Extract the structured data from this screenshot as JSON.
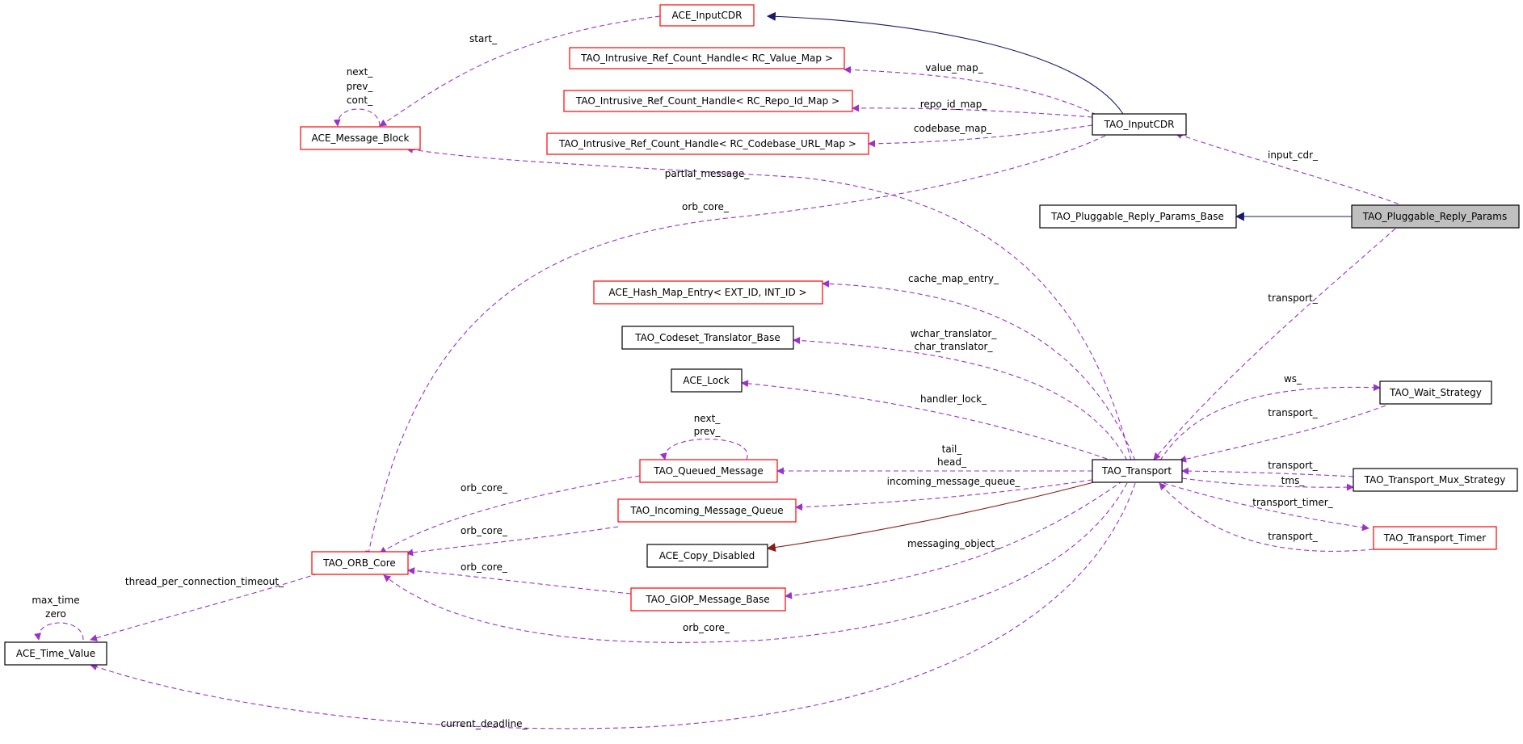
{
  "colors": {
    "background": "#ffffff",
    "box_incomplete": "#ff0000",
    "box_complete": "#000000",
    "box_selected_fill": "#bfbfbf",
    "usage_edge": "#9a32cd",
    "inherit_public": "#191970",
    "inherit_private": "#8b1a1a"
  },
  "nodes": {
    "ace_inputcdr": "ACE_InputCDR",
    "ref_value_map": "TAO_Intrusive_Ref_Count_Handle< RC_Value_Map >",
    "ref_repo_id_map": "TAO_Intrusive_Ref_Count_Handle< RC_Repo_Id_Map >",
    "ref_codebase_url_map": "TAO_Intrusive_Ref_Count_Handle< RC_Codebase_URL_Map >",
    "ace_message_block": "ACE_Message_Block",
    "tao_inputcdr": "TAO_InputCDR",
    "reply_params_base": "TAO_Pluggable_Reply_Params_Base",
    "reply_params": "TAO_Pluggable_Reply_Params",
    "hash_map_entry": "ACE_Hash_Map_Entry< EXT_ID, INT_ID >",
    "codeset_translator": "TAO_Codeset_Translator_Base",
    "ace_lock": "ACE_Lock",
    "queued_message": "TAO_Queued_Message",
    "tao_transport": "TAO_Transport",
    "wait_strategy": "TAO_Wait_Strategy",
    "mux_strategy": "TAO_Transport_Mux_Strategy",
    "transport_timer": "TAO_Transport_Timer",
    "incoming_queue": "TAO_Incoming_Message_Queue",
    "orb_core": "TAO_ORB_Core",
    "copy_disabled": "ACE_Copy_Disabled",
    "giop_message_base": "TAO_GIOP_Message_Base",
    "time_value": "ACE_Time_Value"
  },
  "edge_labels": {
    "start": "start_",
    "mb_self_1": "next_",
    "mb_self_2": "prev_",
    "mb_self_3": "cont_",
    "value_map": "value_map_",
    "repo_id_map": "repo_id_map_",
    "codebase_map": "codebase_map_",
    "input_cdr": "input_cdr_",
    "partial_message": "partial_message_",
    "orb_core_top": "orb_core_",
    "cache_map_entry": "cache_map_entry_",
    "wchar_translator": "wchar_translator_",
    "char_translator": "char_translator_",
    "transport_reply": "transport_",
    "ws": "ws_",
    "transport_wait": "transport_",
    "handler_lock": "handler_lock_",
    "qm_self_1": "next_",
    "qm_self_2": "prev_",
    "tail": "tail_",
    "head": "head_",
    "transport_mux": "transport_",
    "tms": "tms_",
    "incoming_message_queue": "incoming_message_queue_",
    "transport_timer": "transport_timer_",
    "transport_timer_back": "transport_",
    "orb_core_qm": "orb_core_",
    "orb_core_iq": "orb_core_",
    "messaging_object": "messaging_object_",
    "orb_core_giop": "orb_core_",
    "thread_per_connection_timeout": "thread_per_connection_timeout_",
    "tv_self_1": "max_time",
    "tv_self_2": "zero",
    "orb_core_bottom": "orb_core_",
    "current_deadline": "current_deadline_"
  }
}
